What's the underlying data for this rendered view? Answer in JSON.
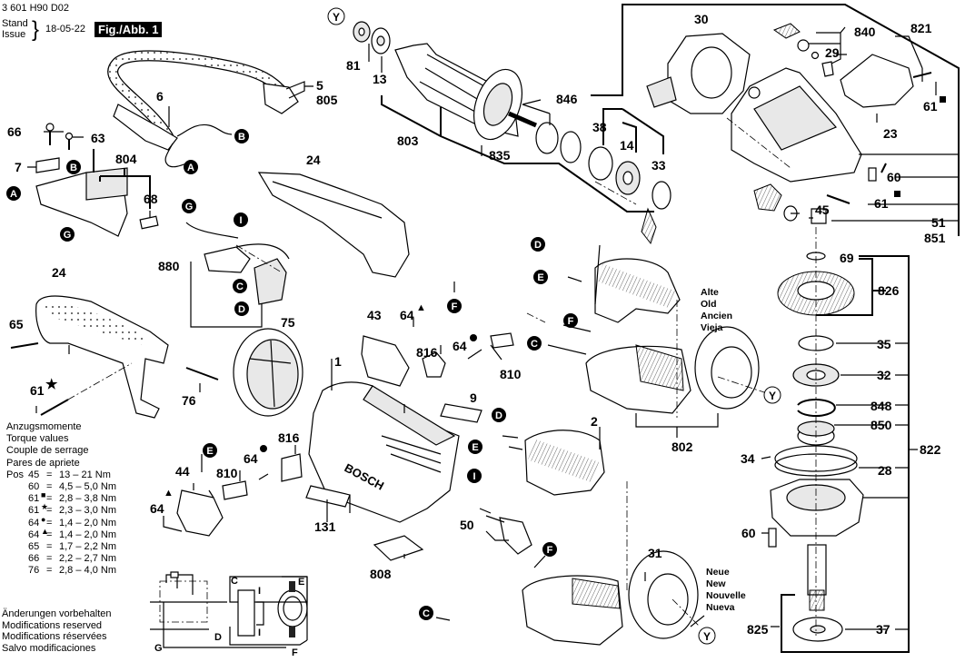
{
  "header": {
    "doc_number": "3 601 H90 D02",
    "stand_label": "Stand",
    "issue_label": "Issue",
    "date": "18-05-22",
    "figure_label": "Fig./Abb. 1"
  },
  "torque": {
    "title_lines": [
      "Anzugsmomente",
      "Torque values",
      "Couple de serrage",
      "Pares de apriete"
    ],
    "pos_label": "Pos",
    "rows": [
      {
        "pos": "45",
        "symbol": "",
        "eq": "=",
        "value": "13 – 21 Nm"
      },
      {
        "pos": "60",
        "symbol": "",
        "eq": "=",
        "value": "4,5 – 5,0 Nm"
      },
      {
        "pos": "61",
        "symbol": "■",
        "eq": "=",
        "value": "2,8 – 3,8 Nm"
      },
      {
        "pos": "61",
        "symbol": "★",
        "eq": "=",
        "value": "2,3 – 3,0 Nm"
      },
      {
        "pos": "64",
        "symbol": "●",
        "eq": "=",
        "value": "1,4 – 2,0 Nm"
      },
      {
        "pos": "64",
        "symbol": "▲",
        "eq": "=",
        "value": "1,4 – 2,0 Nm"
      },
      {
        "pos": "65",
        "symbol": "",
        "eq": "=",
        "value": "1,7 – 2,2 Nm"
      },
      {
        "pos": "66",
        "symbol": "",
        "eq": "=",
        "value": "2,2 – 2,7 Nm"
      },
      {
        "pos": "76",
        "symbol": "",
        "eq": "=",
        "value": "2,8 – 4,0 Nm"
      }
    ]
  },
  "footer": {
    "lines": [
      "Änderungen vorbehalten",
      "Modifications reserved",
      "Modifications réservées",
      "Salvo modificaciones"
    ]
  },
  "notes": {
    "old": [
      "Alte",
      "Old",
      "Ancien",
      "Vieja"
    ],
    "new": [
      "Neue",
      "New",
      "Nouvelle",
      "Nueva"
    ]
  },
  "wiring": {
    "labels": {
      "C": "C",
      "D": "D",
      "E": "E",
      "F": "F",
      "G": "G",
      "I_top": "I",
      "I_bottom": "I"
    }
  },
  "connectors": {
    "A": "A",
    "B": "B",
    "C": "C",
    "D": "D",
    "E": "E",
    "F": "F",
    "G": "G",
    "I": "I",
    "Y": "Y"
  },
  "parts": {
    "p1": "1",
    "p2": "2",
    "p5": "5",
    "p6": "6",
    "p7": "7",
    "p9": "9",
    "p13": "13",
    "p14": "14",
    "p23": "23",
    "p24a": "24",
    "p24b": "24",
    "p28": "28",
    "p29": "29",
    "p30": "30",
    "p31": "31",
    "p32": "32",
    "p33": "33",
    "p34": "34",
    "p35": "35",
    "p37": "37",
    "p38": "38",
    "p43": "43",
    "p44": "44",
    "p45": "45",
    "p50": "50",
    "p51": "51",
    "p60a": "60",
    "p60b": "60",
    "p61a": "61",
    "p61b": "61",
    "p61c": "61",
    "p63": "63",
    "p64a": "64",
    "p64b": "64",
    "p64c": "64",
    "p64d": "64",
    "p65": "65",
    "p66": "66",
    "p68": "68",
    "p69": "69",
    "p75": "75",
    "p76": "76",
    "p81": "81",
    "p131": "131",
    "p802": "802",
    "p803": "803",
    "p804": "804",
    "p805": "805",
    "p808": "808",
    "p810a": "810",
    "p810b": "810",
    "p816a": "816",
    "p816b": "816",
    "p821": "821",
    "p822": "822",
    "p825": "825",
    "p826": "826",
    "p835": "835",
    "p840": "840",
    "p846": "846",
    "p848": "848",
    "p850": "850",
    "p851": "851",
    "p880": "880"
  },
  "symbols": {
    "square": "■",
    "star": "★",
    "circle": "●",
    "triangle": "▲"
  },
  "brand_text": "BOSCH"
}
